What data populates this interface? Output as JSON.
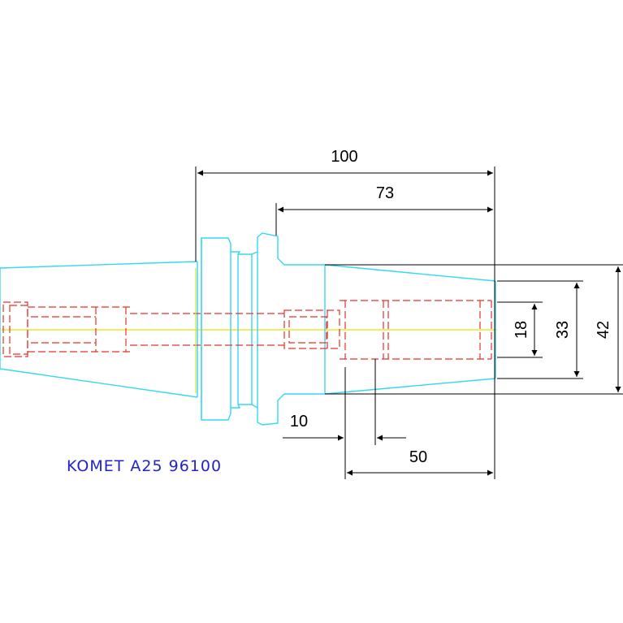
{
  "caption": "KOMET A25 96100",
  "dimensions": {
    "total_length": "100",
    "body_length": "73",
    "bore_depth": "50",
    "groove_offset": "10",
    "bore_diameter": "18",
    "inner_diameter": "33",
    "outer_diameter": "42"
  },
  "colors": {
    "outline": "#37d7f0",
    "hidden_lines": "#e8302b",
    "centerline": "#e8e200",
    "dimension": "#000000",
    "caption": "#2323c8"
  }
}
